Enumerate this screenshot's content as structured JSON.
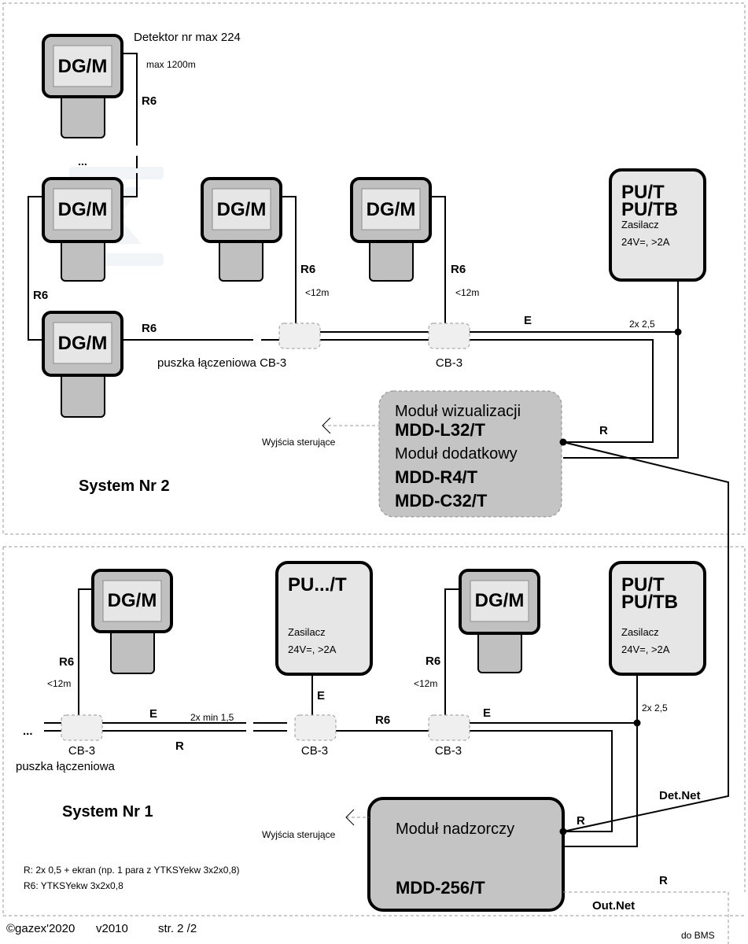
{
  "system2": {
    "title": "System Nr 2",
    "detector_max_label": "Detektor nr max 224",
    "max_length_label": "max 1200m",
    "ellipsis": "...",
    "detectors": [
      {
        "label": "DG/M"
      },
      {
        "label": "DG/M"
      },
      {
        "label": "DG/M"
      },
      {
        "label": "DG/M"
      },
      {
        "label": "DG/M"
      }
    ],
    "cable_labels": {
      "r6_top": "R6",
      "r6_left": "R6",
      "r6_bottom": "R6",
      "r6_mid": "R6",
      "r6_right": "R6",
      "lt12_mid": "<12m",
      "lt12_right": "<12m",
      "e": "E",
      "r": "R",
      "two_x_25": "2x 2,5"
    },
    "junction_boxes": [
      {
        "label": "puszka łączeniowa CB-3"
      },
      {
        "label": "CB-3"
      }
    ],
    "power_supply": {
      "model_1": "PU/T",
      "model_2": "PU/TB",
      "name": "Zasilacz",
      "spec": "24V=, >2A"
    },
    "module": {
      "line1": "Moduł wizualizacji",
      "line2": "MDD-L32/T",
      "line3": "Moduł dodatkowy",
      "line4": "MDD-R4/T",
      "line5": "MDD-C32/T"
    },
    "outputs_label": "Wyjścia sterujące"
  },
  "system1": {
    "title": "System Nr 1",
    "ellipsis": "...",
    "detectors": [
      {
        "label": "DG/M"
      },
      {
        "label": "DG/M"
      }
    ],
    "cable_labels": {
      "r6_left": "R6",
      "lt12_left": "<12m",
      "e_left": "E",
      "r_left": "R",
      "two_x_min15": "2x min 1,5",
      "e_pu": "E",
      "r6_mid": "R6",
      "r6_right": "R6",
      "lt12_right": "<12m",
      "e_right": "E",
      "two_x_25": "2x 2,5",
      "r_module": "R",
      "det_net": "Det.Net",
      "r_out": "R",
      "out_net": "Out.Net",
      "to_bms": "do BMS"
    },
    "junction_boxes": [
      {
        "label": "CB-3",
        "sub": "puszka łączeniowa"
      },
      {
        "label": "CB-3"
      },
      {
        "label": "CB-3"
      }
    ],
    "power_supply_generic": {
      "model": "PU.../T",
      "name": "Zasilacz",
      "spec": "24V=, >2A"
    },
    "power_supply": {
      "model_1": "PU/T",
      "model_2": "PU/TB",
      "name": "Zasilacz",
      "spec": "24V=, >2A"
    },
    "module": {
      "name": "Moduł nadzorczy",
      "model": "MDD-256/T"
    },
    "outputs_label": "Wyjścia sterujące",
    "legend": [
      "R: 2x 0,5 + ekran (np. 1 para z YTKSYekw 3x2x0,8)",
      "R6: YTKSYekw 3x2x0,8"
    ]
  },
  "footer": {
    "copyright": "©gazex'2020",
    "version": "v2010",
    "page": "str. 2 /2"
  }
}
